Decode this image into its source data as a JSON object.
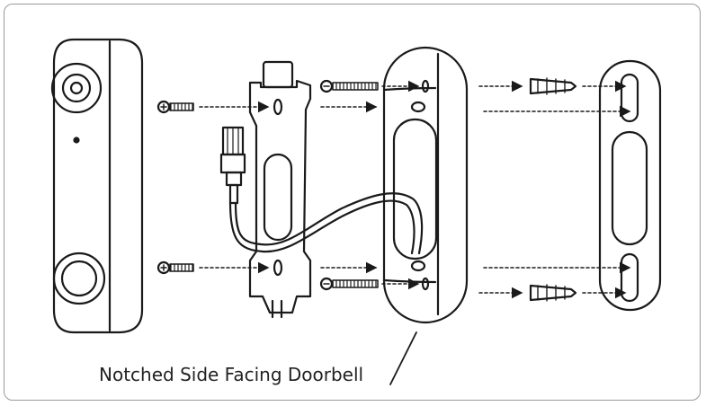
{
  "diagram": {
    "caption": "Notched Side Facing Doorbell",
    "parts": [
      "doorbell",
      "mounting-bracket",
      "wire-connector",
      "wedge-mount",
      "wall-plate",
      "screws",
      "wall-anchors"
    ]
  },
  "colors": {
    "line": "#1a1a1a",
    "frame": "#9a9a9a",
    "background": "#ffffff"
  }
}
